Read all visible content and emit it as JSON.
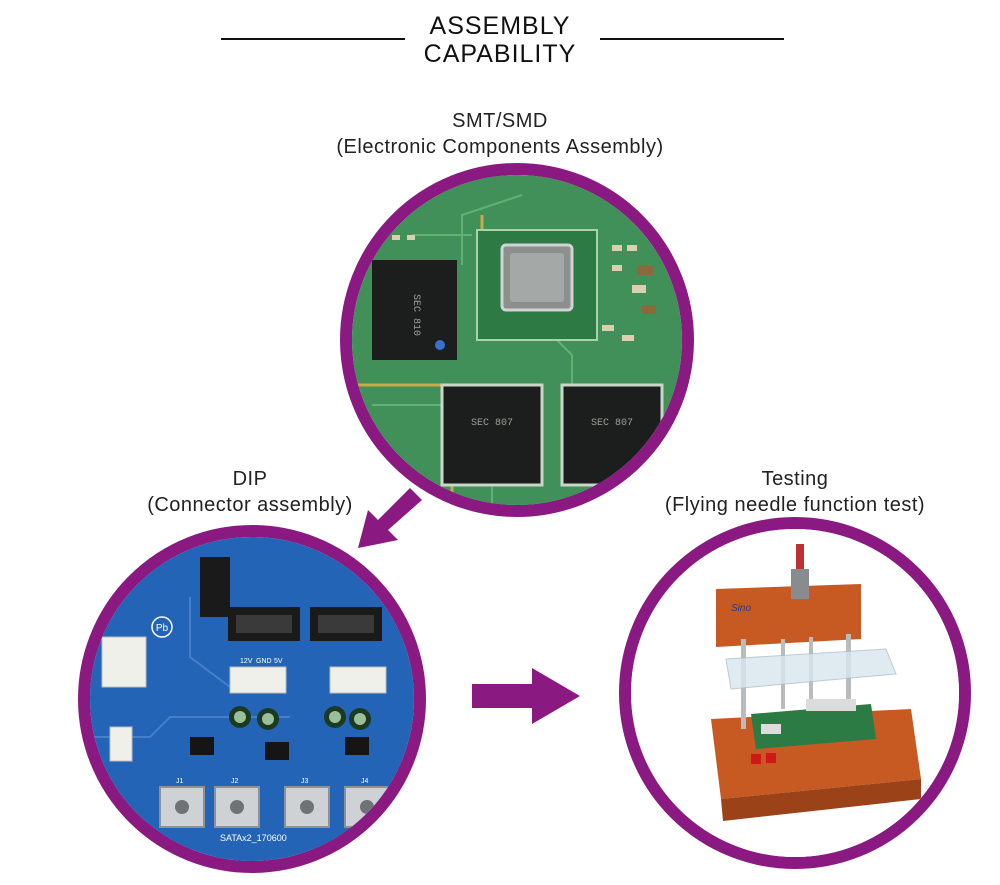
{
  "title": {
    "line1": "ASSEMBLY",
    "line2": "CAPABILITY"
  },
  "stages": {
    "smt": {
      "title": "SMT/SMD",
      "subtitle": "(Electronic Components Assembly)"
    },
    "dip": {
      "title": "DIP",
      "subtitle": "(Connector assembly)"
    },
    "testing": {
      "title": "Testing",
      "subtitle": "(Flying needle function test)"
    }
  },
  "pcb_text": {
    "chip1": "SEC 810",
    "chip2": "SEC 807",
    "chip3": "SEC 807",
    "board_name": "SATAx2_170600",
    "j1": "J1",
    "j2": "J2",
    "j3": "J3",
    "j4": "J4",
    "pb_mark": "Pb",
    "v12": "12V",
    "gnd": "GND",
    "v5": "5V",
    "fixture_brand": "Sino"
  },
  "colors": {
    "accent": "#8a1a82",
    "pcb_green": "#3c8a55",
    "pcb_blue": "#1f5fb0",
    "fixture_orange": "#c65a22"
  },
  "icons": [
    "arrow-down-left-icon",
    "arrow-right-icon"
  ]
}
